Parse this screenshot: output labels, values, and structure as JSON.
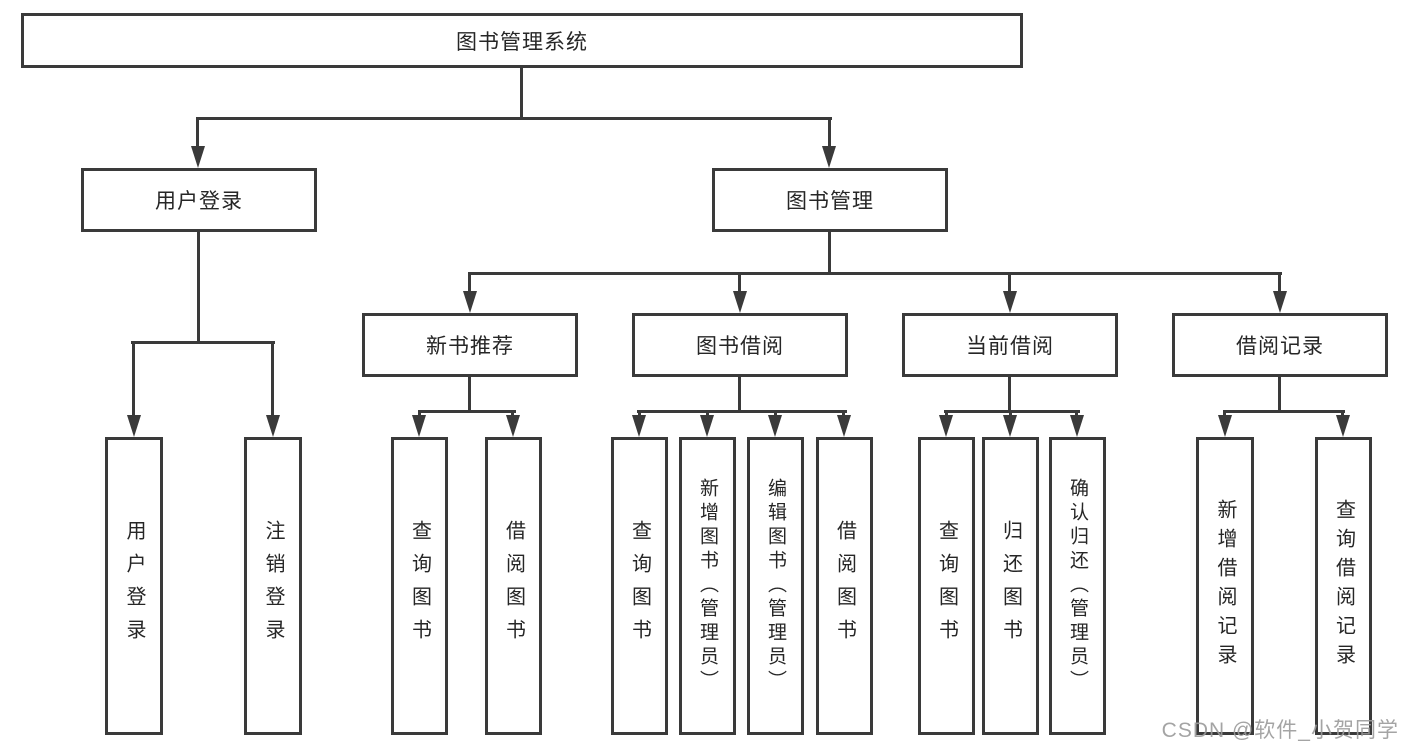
{
  "diagram": {
    "type": "tree",
    "nodes": {
      "root": "图书管理系统",
      "user_login_branch": "用户登录",
      "book_management_branch": "图书管理",
      "new_book_recommend": "新书推荐",
      "book_borrowing": "图书借阅",
      "current_borrowing": "当前借阅",
      "borrowing_records": "借阅记录",
      "leaf_user_login": "用户登录",
      "leaf_logout": "注销登录",
      "leaf_query_books_recommend": "查询图书",
      "leaf_borrow_books_recommend": "借阅图书",
      "leaf_query_books_borrowing": "查询图书",
      "leaf_add_books_admin": "新增图书（管理员）",
      "leaf_edit_books_admin": "编辑图书（管理员）",
      "leaf_borrow_books_borrowing": "借阅图书",
      "leaf_query_books_current": "查询图书",
      "leaf_return_books": "归还图书",
      "leaf_confirm_return_admin": "确认归还（管理员）",
      "leaf_add_borrowing_record": "新增借阅记录",
      "leaf_query_borrowing_record": "查询借阅记录"
    },
    "hierarchy": {
      "图书管理系统": [
        "用户登录",
        "图书管理"
      ],
      "用户登录": [
        "用户登录",
        "注销登录"
      ],
      "图书管理": [
        "新书推荐",
        "图书借阅",
        "当前借阅",
        "借阅记录"
      ],
      "新书推荐": [
        "查询图书",
        "借阅图书"
      ],
      "图书借阅": [
        "查询图书",
        "新增图书（管理员）",
        "编辑图书（管理员）",
        "借阅图书"
      ],
      "当前借阅": [
        "查询图书",
        "归还图书",
        "确认归还（管理员）"
      ],
      "借阅记录": [
        "新增借阅记录",
        "查询借阅记录"
      ]
    },
    "colors": {
      "line": "#3a3a3a",
      "text": "#262626",
      "background": "#ffffff",
      "watermark": "#9b9b9b"
    }
  },
  "watermark": "CSDN @软件_小贺同学"
}
